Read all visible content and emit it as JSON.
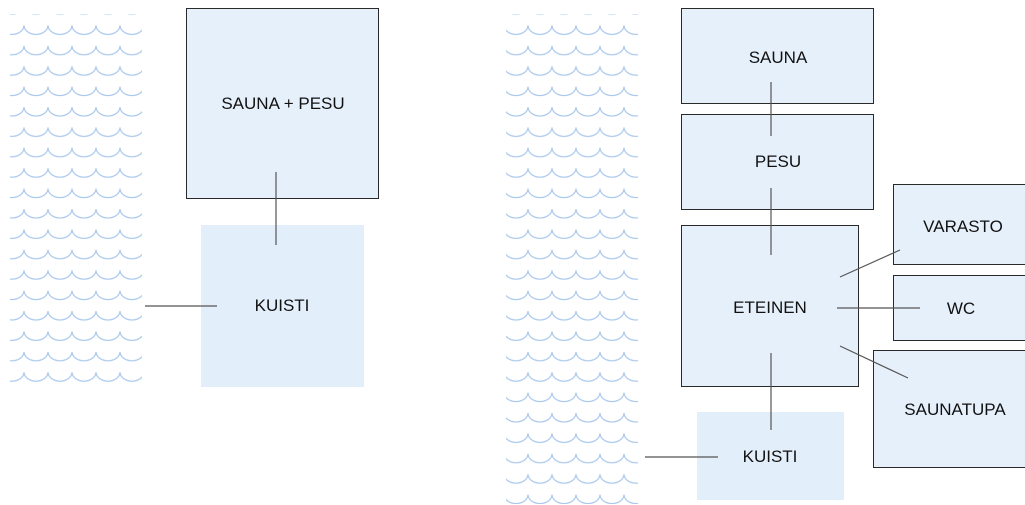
{
  "colors": {
    "room_fill": "#e6f0fb",
    "porch_fill": "#e3eefb",
    "room_border": "#2a2a2a",
    "connector": "#555555",
    "water": "#a9c8ec"
  },
  "icons": {
    "water": "wave-pattern-icon"
  },
  "plan_a": {
    "sauna_pesu": "SAUNA + PESU",
    "kuisti": "KUISTI"
  },
  "plan_b": {
    "sauna": "SAUNA",
    "pesu": "PESU",
    "eteinen": "ETEINEN",
    "varasto": "VARASTO",
    "wc": "WC",
    "saunatupa": "SAUNATUPA",
    "kuisti": "KUISTI"
  }
}
